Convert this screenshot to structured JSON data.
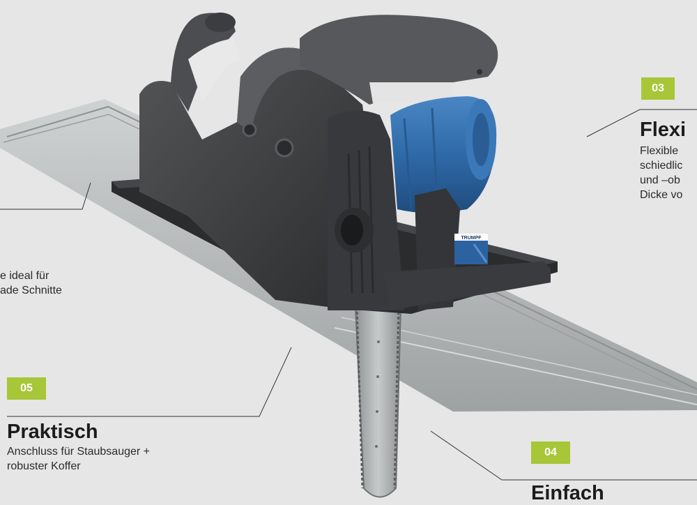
{
  "features": {
    "f05": {
      "badge": "05",
      "title": "Praktisch",
      "lines": [
        "Anschluss für Staubsauger +",
        "robuster Koffer"
      ]
    },
    "f03": {
      "badge": "03",
      "title": "Flexi",
      "lines": [
        "Flexible",
        "schiedlic",
        "und –ob",
        "Dicke vo"
      ]
    },
    "f04": {
      "badge": "04",
      "title": "Einfach"
    },
    "left": {
      "lines": [
        "e ideal für",
        "ade Schnitte"
      ]
    }
  },
  "product": {
    "brand_label": "TRUMPF"
  },
  "colors": {
    "accent": "#a7c638",
    "background": "#e6e6e6",
    "motor_blue": "#2f6aa8",
    "housing": "#3a3b3d"
  }
}
